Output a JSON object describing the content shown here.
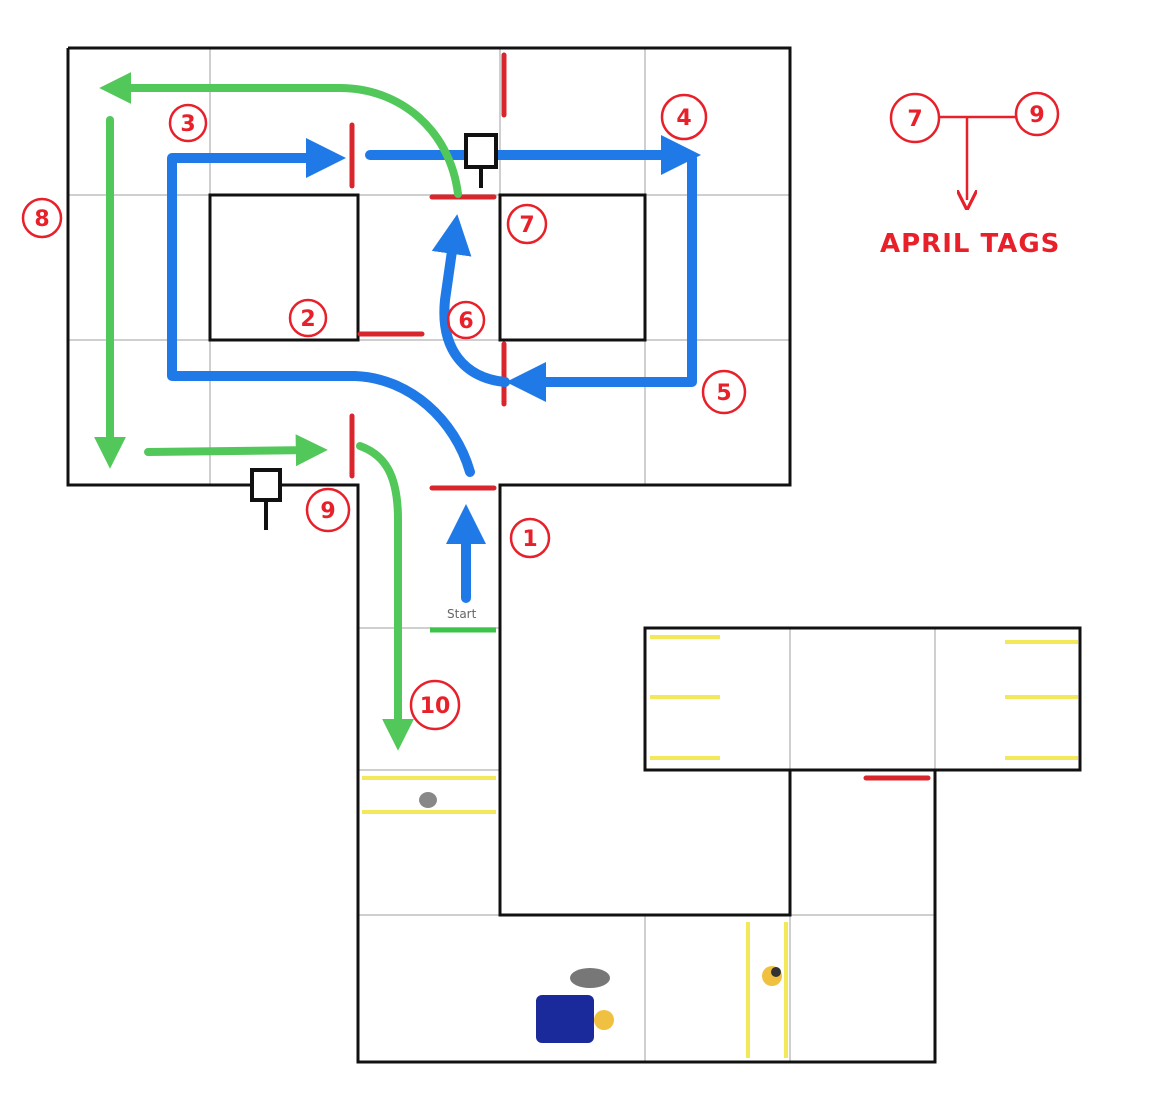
{
  "colors": {
    "grid": "#cfcfcf",
    "wall": "#111111",
    "tag": "#d9262c",
    "blue_path": "#1f7ae8",
    "green_path": "#52c85a",
    "yellow_line": "#f2e85a",
    "start_line": "#3cc44a",
    "marker": "#e8202a"
  },
  "markers": [
    {
      "id": "m1",
      "text": "1"
    },
    {
      "id": "m2",
      "text": "2"
    },
    {
      "id": "m3",
      "text": "3"
    },
    {
      "id": "m4",
      "text": "4"
    },
    {
      "id": "m5",
      "text": "5"
    },
    {
      "id": "m6",
      "text": "6"
    },
    {
      "id": "m7",
      "text": "7"
    },
    {
      "id": "m8",
      "text": "8"
    },
    {
      "id": "m9",
      "text": "9"
    },
    {
      "id": "m10",
      "text": "10"
    }
  ],
  "start_label": "Start",
  "legend": {
    "left_tag": "7",
    "right_tag": "9",
    "label": "APRIL TAGS"
  }
}
